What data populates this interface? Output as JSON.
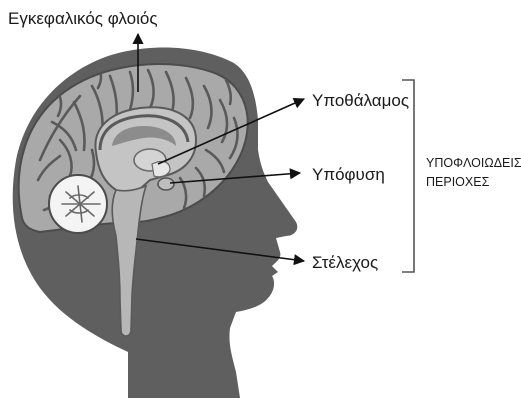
{
  "labels": {
    "cortex": "Εγκεφαλικός φλοιός",
    "hypothalamus": "Υποθάλαμος",
    "pituitary": "Υπόφυση",
    "brainstem": "Στέλεχος",
    "subcortical_line1": "ΥΠΟΦΛΟΙΩΔΕΙΣ",
    "subcortical_line2": "ΠΕΡΙΟΧΕΣ"
  },
  "colors": {
    "head": "#5f5f5f",
    "brain": "#a9a9a9",
    "folds": "#5a5a5a",
    "deep_structures": "#c4c4c4",
    "cerebellum": "#f4f4f4",
    "lines": "#111111",
    "text": "#1a1a1a"
  }
}
